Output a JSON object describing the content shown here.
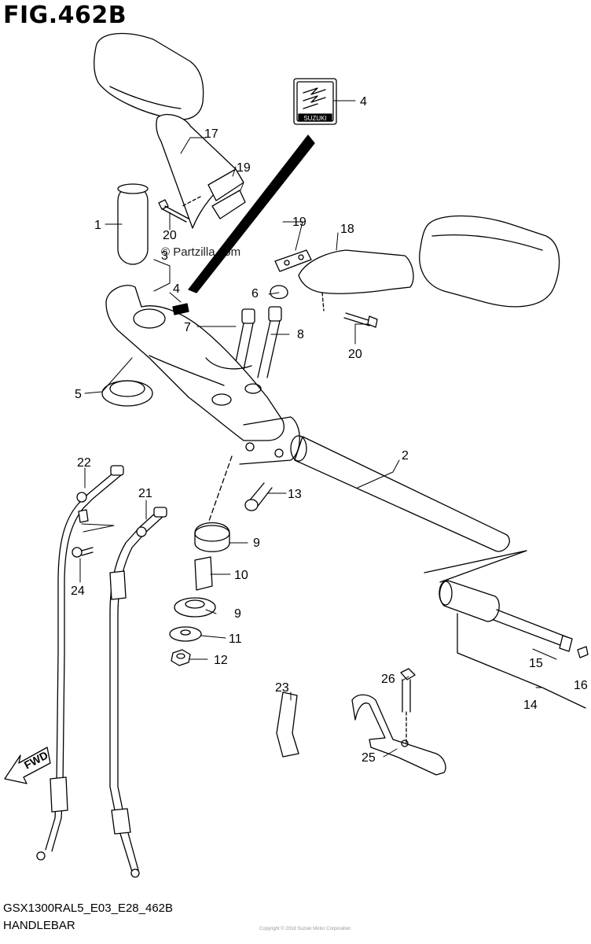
{
  "title": "FIG.462B",
  "footer": {
    "code": "GSX1300RAL5_E03_E28_462B",
    "name": "HANDLEBAR"
  },
  "watermark": "© Partzilla.com",
  "copyright": "Copyright © 2018 Suzuki Motor Corporation",
  "badges": {
    "suzuki_logo_text": "SUZUKI",
    "direction_text": "FWD"
  },
  "callouts": [
    {
      "id": "c1",
      "label": "1"
    },
    {
      "id": "c2",
      "label": "2"
    },
    {
      "id": "c3",
      "label": "3"
    },
    {
      "id": "c4a",
      "label": "4"
    },
    {
      "id": "c4b",
      "label": "4"
    },
    {
      "id": "c5",
      "label": "5"
    },
    {
      "id": "c6",
      "label": "6"
    },
    {
      "id": "c7",
      "label": "7"
    },
    {
      "id": "c8",
      "label": "8"
    },
    {
      "id": "c9a",
      "label": "9"
    },
    {
      "id": "c9b",
      "label": "9"
    },
    {
      "id": "c10",
      "label": "10"
    },
    {
      "id": "c11",
      "label": "11"
    },
    {
      "id": "c12",
      "label": "12"
    },
    {
      "id": "c13",
      "label": "13"
    },
    {
      "id": "c14",
      "label": "14"
    },
    {
      "id": "c15",
      "label": "15"
    },
    {
      "id": "c16",
      "label": "16"
    },
    {
      "id": "c17",
      "label": "17"
    },
    {
      "id": "c18",
      "label": "18"
    },
    {
      "id": "c19a",
      "label": "19"
    },
    {
      "id": "c19b",
      "label": "19"
    },
    {
      "id": "c20a",
      "label": "20"
    },
    {
      "id": "c20b",
      "label": "20"
    },
    {
      "id": "c21",
      "label": "21"
    },
    {
      "id": "c22",
      "label": "22"
    },
    {
      "id": "c23",
      "label": "23"
    },
    {
      "id": "c24",
      "label": "24"
    },
    {
      "id": "c25",
      "label": "25"
    },
    {
      "id": "c26",
      "label": "26"
    }
  ]
}
